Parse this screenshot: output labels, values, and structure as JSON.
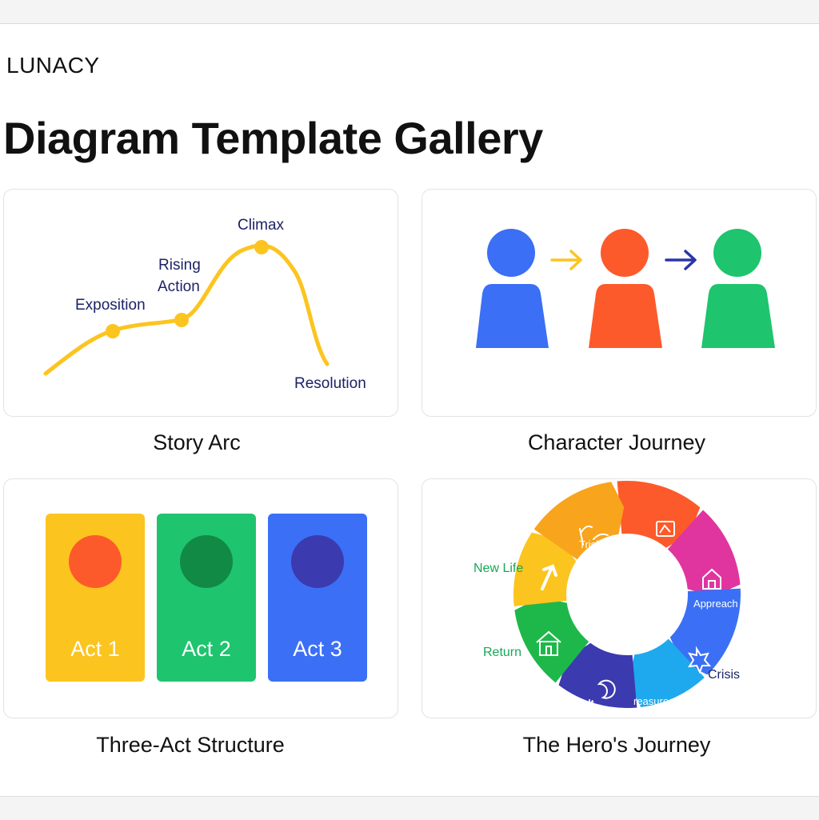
{
  "app": {
    "brand": "LUNACY"
  },
  "page": {
    "title": "Diagram Template Gallery"
  },
  "templates": [
    {
      "label": "Story Arc",
      "points": [
        "Exposition",
        "Rising",
        "Action",
        "Climax",
        "Resolution"
      ]
    },
    {
      "label": "Character Journey"
    },
    {
      "label": "Three-Act Structure",
      "acts": [
        "Act 1",
        "Act 2",
        "Act 3"
      ]
    },
    {
      "label": "The Hero's Journey",
      "stages": [
        "New Life",
        "Trislf",
        "Appreach",
        "Crisis",
        "reasure",
        "Result",
        "Return"
      ]
    }
  ],
  "colors": {
    "yellow": "#fcc41f",
    "orange": "#fd5a2b",
    "green": "#1fc46e",
    "blue": "#3b6ff5",
    "navy": "#1c2266",
    "magenta": "#e0359f",
    "sky": "#1ea9ee",
    "indigo": "#3b3aaf",
    "dark-green": "#118a45",
    "grass": "#1eb84a"
  },
  "icons": [
    "plant-icon",
    "map-icon",
    "home-icon",
    "star-burst-icon",
    "moon-icon",
    "house-icon",
    "arrow-up-right-icon"
  ]
}
